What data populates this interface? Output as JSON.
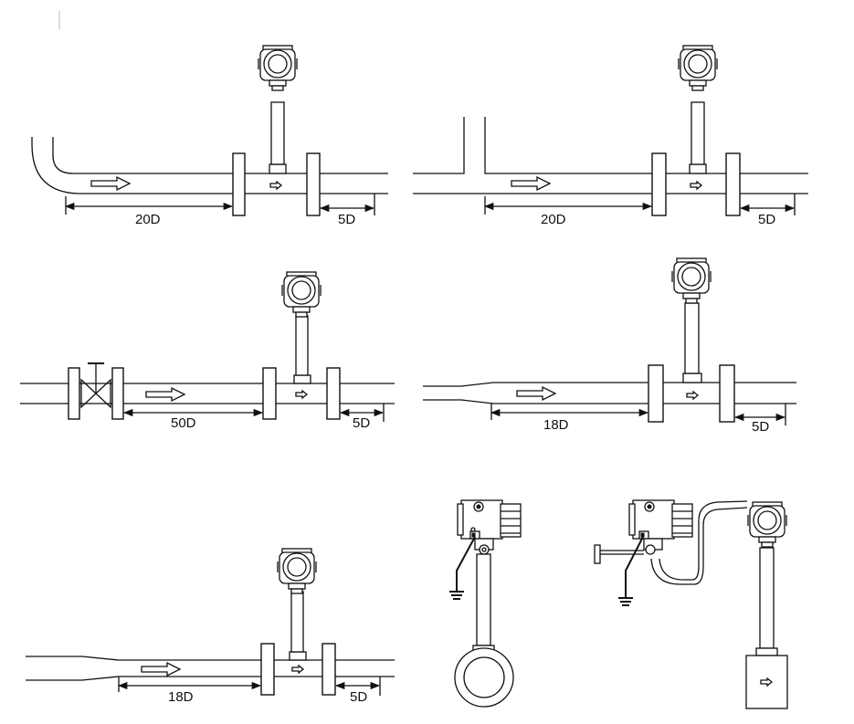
{
  "colors": {
    "line": "#111111",
    "background": "#ffffff"
  },
  "diagrams": {
    "elbow_upstream": {
      "upstream_label": "20D",
      "downstream_label": "5D"
    },
    "expansion_upstream": {
      "upstream_label": "20D",
      "downstream_label": "5D"
    },
    "valve_upstream": {
      "upstream_label": "50D",
      "downstream_label": "5D"
    },
    "reducer_upstream": {
      "upstream_label": "18D",
      "downstream_label": "5D"
    },
    "reducer_upstream_2": {
      "upstream_label": "18D",
      "downstream_label": "5D"
    }
  },
  "icons": [
    "transmitter-head-icon",
    "flow-arrow-icon",
    "ground-icon",
    "valve-icon",
    "flange-icon"
  ]
}
